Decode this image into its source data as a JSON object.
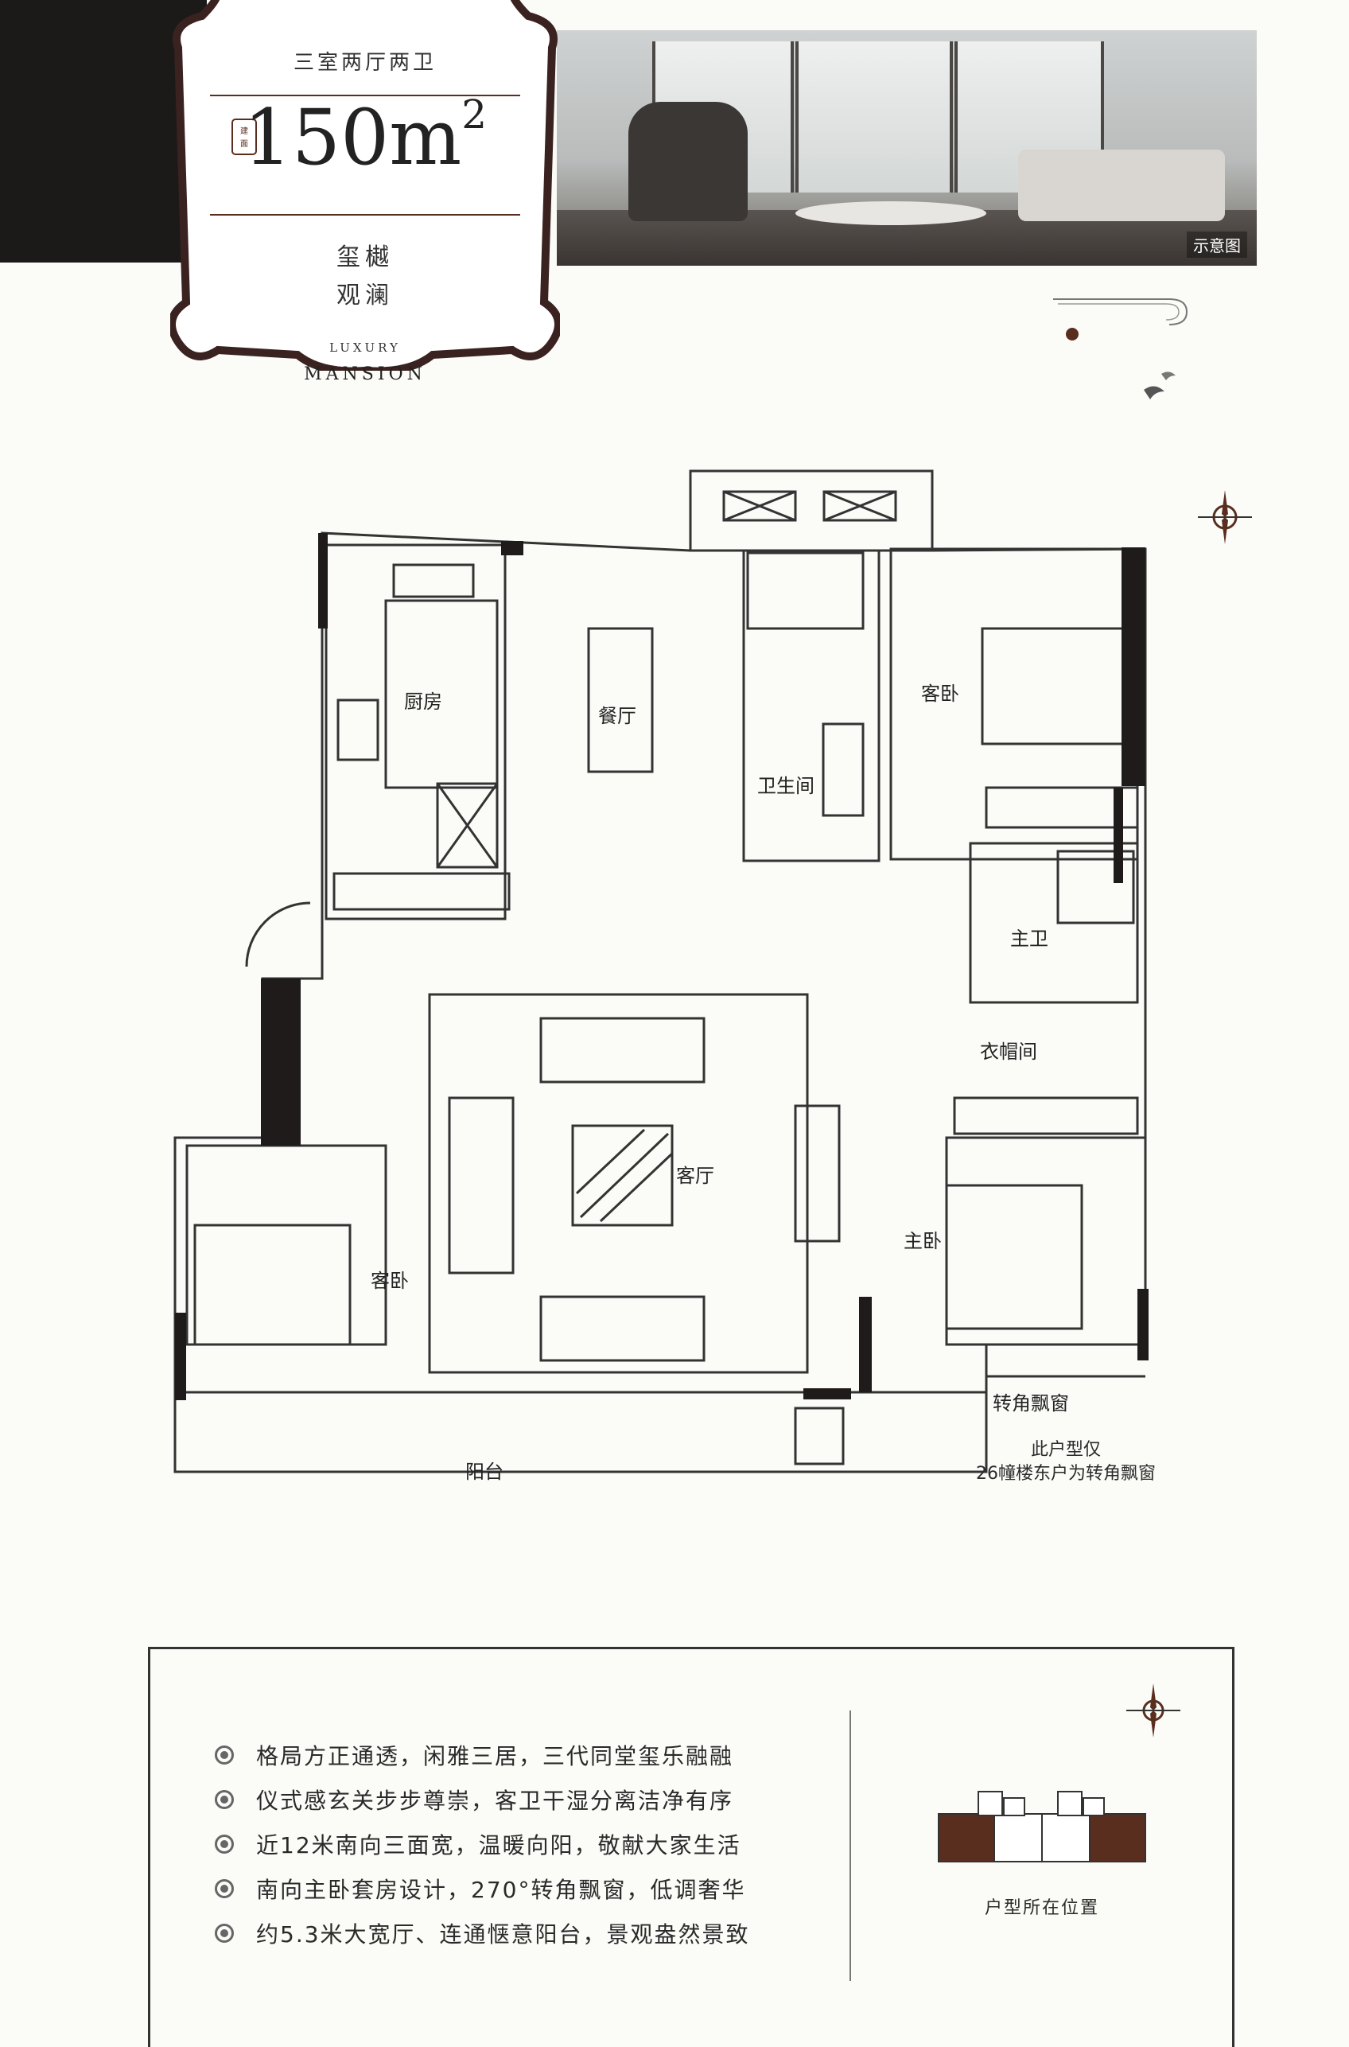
{
  "header": {
    "layout_type": "三室两厅两卫",
    "area_number": "150m",
    "area_sup": "2",
    "name_line1": "玺樾",
    "name_line2": "观澜",
    "brand_top": "LUXURY",
    "brand_bottom": "MANSION",
    "photo_caption": "示意图",
    "logo_vertical": "LUXURY MANSION"
  },
  "rooms": {
    "kitchen": "厨房",
    "dining": "餐厅",
    "bathroom": "卫生间",
    "guest_bedroom_1": "客卧",
    "master_bath": "主卫",
    "closet": "衣帽间",
    "living": "客厅",
    "guest_bedroom_2": "客卧",
    "master_bedroom": "主卧",
    "bay_window": "转角飘窗",
    "balcony": "阳台"
  },
  "note": {
    "line1": "此户型仅",
    "line2": "26幢楼东户为转角飘窗"
  },
  "features": [
    "格局方正通透，闲雅三居，三代同堂玺乐融融",
    "仪式感玄关步步尊崇，客卫干湿分离洁净有序",
    "近12米南向三面宽，温暖向阳，敬献大家生活",
    "南向主卧套房设计，270°转角飘窗，低调奢华",
    "约5.3米大宽厅、连通惬意阳台，景观盎然景致"
  ],
  "location_caption": "户型所在位置",
  "colors": {
    "wall": "#1f1b1a",
    "accent_brown": "#5a2e1f",
    "badge_frame": "#3a2220"
  }
}
